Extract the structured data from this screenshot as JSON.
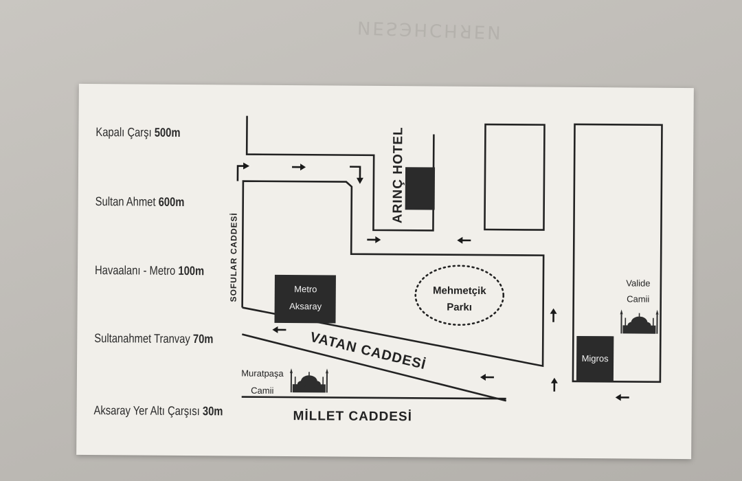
{
  "distances": [
    {
      "place": "Kapalı Çarşı",
      "dist": "500m"
    },
    {
      "place": "Sultan Ahmet",
      "dist": "600m"
    },
    {
      "place": "Havaalanı - Metro",
      "dist": "100m"
    },
    {
      "place": "Sultanahmet Tranvay",
      "dist": "70m"
    },
    {
      "place": "Aksaray Yer Altı Çarşısı",
      "dist": "30m"
    }
  ],
  "map": {
    "hotel": "ARINÇ HOTEL",
    "metro_line1": "Metro",
    "metro_line2": "Aksaray",
    "park_line1": "Mehmetçik",
    "park_line2": "Parkı",
    "valide_line1": "Valide",
    "valide_line2": "Camii",
    "migros": "Migros",
    "muratpasa_line1": "Muratpaşa",
    "muratpasa_line2": "Camii",
    "sofular": "SOFULAR CADDESİ",
    "vatan": "VATAN CADDESİ",
    "millet": "MİLLET CADDESİ"
  },
  "colors": {
    "card": "#f1efea",
    "ink": "#222222",
    "block": "#2b2b2b"
  }
}
